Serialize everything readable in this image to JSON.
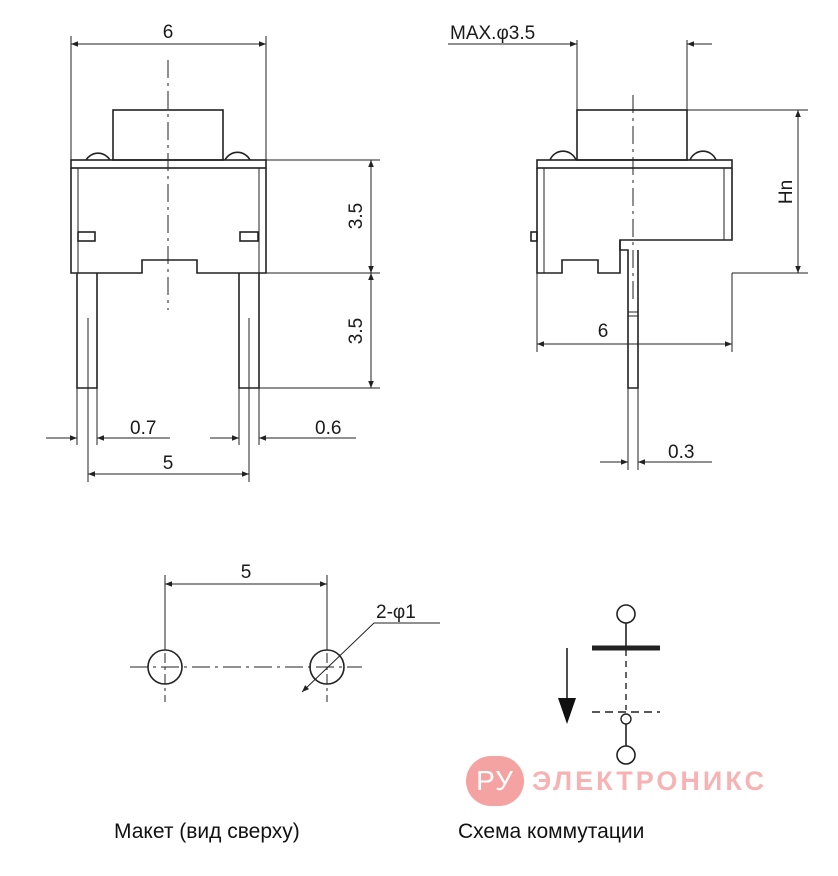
{
  "dimensions": {
    "front_width": "6",
    "front_body_height": "3.5",
    "front_pin_length": "3.5",
    "pin_width": "0.7",
    "pin_thickness": "0.6",
    "pin_pitch": "5",
    "cap_diameter": "MAX.φ3.5",
    "height_label": "Hn",
    "side_width": "6",
    "side_pin_thickness": "0.3",
    "layout_pitch": "5",
    "hole_spec": "2-φ1"
  },
  "captions": {
    "layout": "Макет (вид сверху)",
    "schematic": "Схема коммутации"
  },
  "watermark": {
    "logo": "РУ",
    "text": "ЭЛЕКТРОНИКС",
    "color": "#f5a2a2"
  }
}
